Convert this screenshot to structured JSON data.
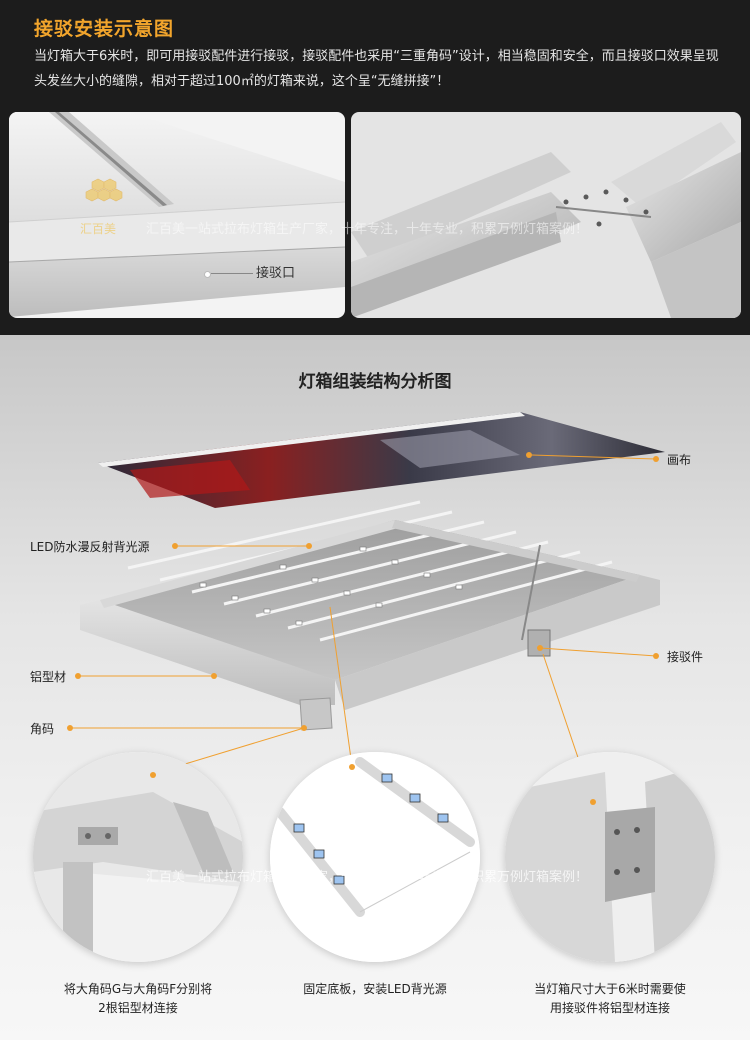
{
  "header": {
    "title": "接驳安装示意图",
    "description": "当灯箱大于6米时，即可用接驳配件进行接驳，接驳配件也采用“三重角码”设计，相当稳固和安全，而且接驳口效果呈现头发丝大小的缝隙，相对于超过100㎡的灯箱来说，这个呈“无缝拼接”！",
    "joint_label": "接驳口"
  },
  "watermark": {
    "brand": "汇百美",
    "slogan": "汇百美一站式拉布灯箱生产厂家，十年专注，十年专业，积累万例灯箱案例！"
  },
  "diagram": {
    "title": "灯箱组装结构分析图",
    "labels": {
      "canvas": "画布",
      "led": "LED防水漫反射背光源",
      "profile": "铝型材",
      "corner": "角码",
      "connector": "接驳件"
    }
  },
  "details": [
    {
      "line1": "将大角码G与大角码F分别将",
      "line2": "2根铝型材连接"
    },
    {
      "line1": "固定底板，安装LED背光源",
      "line2": ""
    },
    {
      "line1": "当灯箱尺寸大于6米时需要使",
      "line2": "用接驳件将铝型材连接"
    }
  ],
  "colors": {
    "accent": "#f2a52c",
    "callout_dot": "#f0a030",
    "aluminum": "#d6d6d6",
    "dark_bg": "#1c1c1c"
  }
}
